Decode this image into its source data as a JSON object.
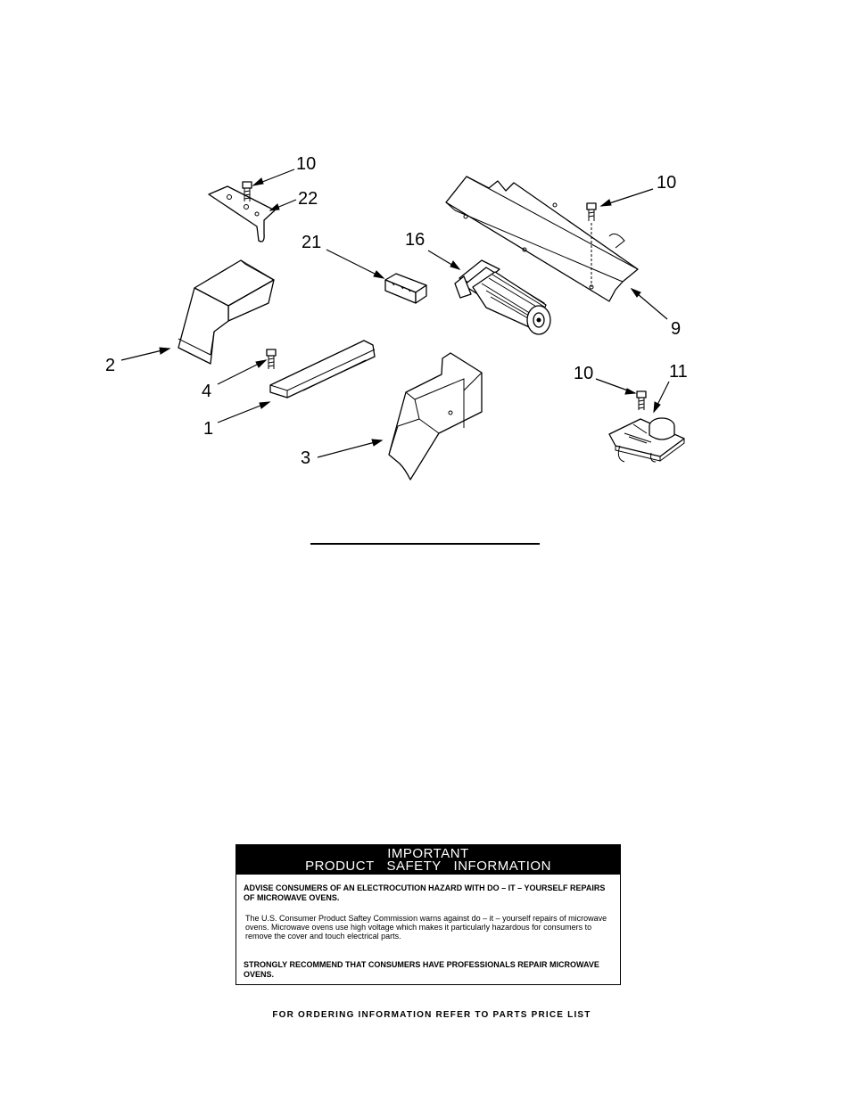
{
  "callouts": {
    "c10_top": "10",
    "c22": "22",
    "c10_right": "10",
    "c21": "21",
    "c16": "16",
    "c9": "9",
    "c2": "2",
    "c4": "4",
    "c1": "1",
    "c3": "3",
    "c10_bottom": "10",
    "c11": "11"
  },
  "safety": {
    "title_line1": "IMPORTANT",
    "title_line2": "PRODUCT   SAFETY   INFORMATION",
    "warning": "ADVISE CONSUMERS OF AN ELECTROCUTION HAZARD WITH DO – IT – YOURSELF REPAIRS OF MICROWAVE OVENS.",
    "commission": "The U.S. Consumer Product Saftey Commission warns against do – it – yourself repairs of microwave ovens. Microwave ovens use high voltage which makes it particularly hazardous for consumers to remove the cover and touch electrical parts.",
    "recommend": "STRONGLY RECOMMEND THAT CONSUMERS HAVE PROFESSIONALS REPAIR MICROWAVE OVENS."
  },
  "ordering": "FOR ORDERING INFORMATION REFER TO PARTS PRICE LIST"
}
